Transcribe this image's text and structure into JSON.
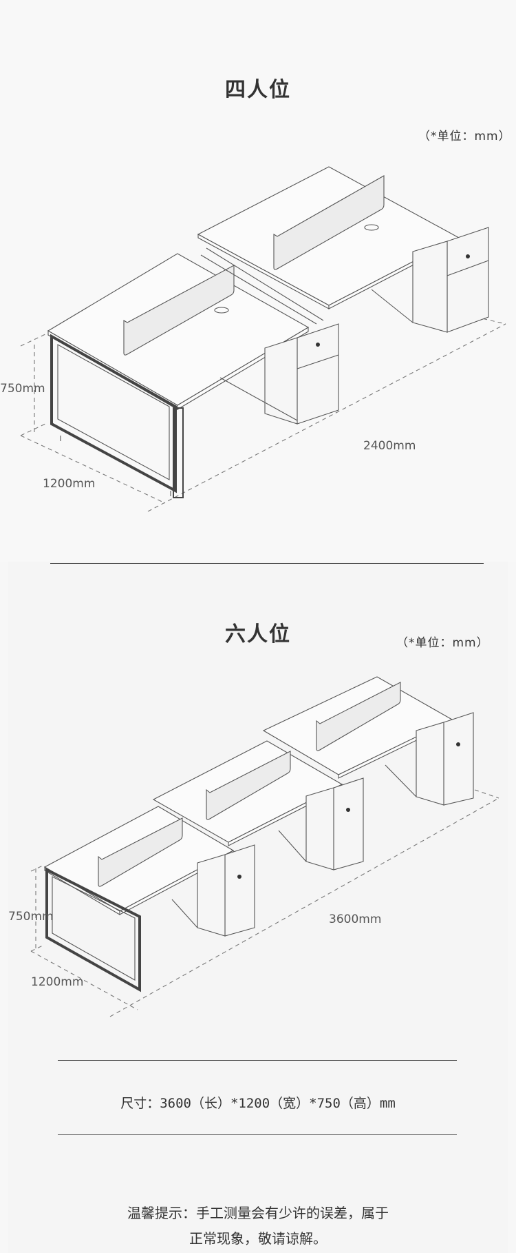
{
  "four_seat": {
    "title": "四人位",
    "unit_note": "（*单位：mm）",
    "dim_height": "750mm",
    "dim_depth": "1200mm",
    "dim_length": "2400mm"
  },
  "six_seat": {
    "title": "六人位",
    "unit_note": "（*单位：mm）",
    "dim_height": "750mm",
    "dim_depth": "1200mm",
    "dim_length": "3600mm"
  },
  "spec_text": "尺寸：3600（长）*1200（宽）*750（高）mm",
  "notice": {
    "line1": "温馨提示：手工测量会有少许的误差，属于",
    "line2": "正常现象，敬请谅解。"
  }
}
